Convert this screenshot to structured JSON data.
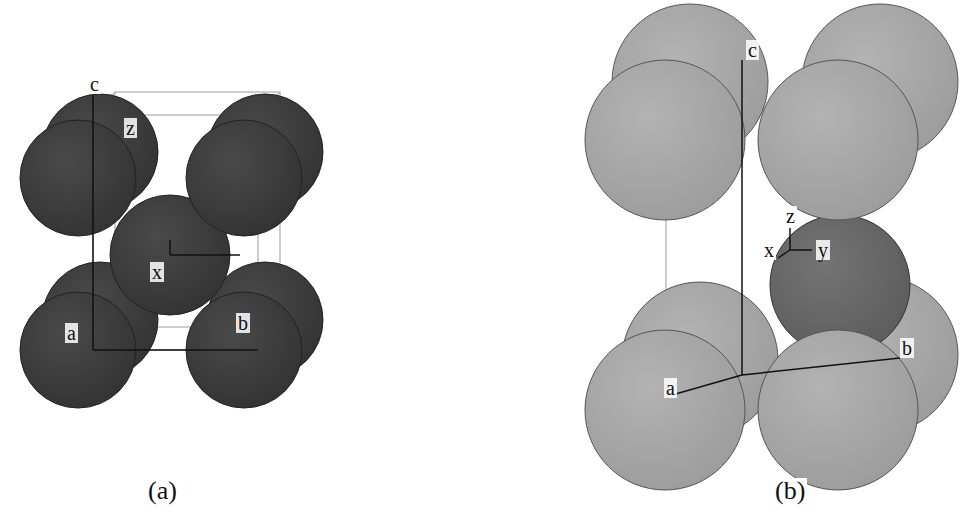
{
  "diagram": {
    "labels": [
      "c",
      "z",
      "x",
      "a",
      "b",
      "(a)",
      "c",
      "z",
      "x",
      "y",
      "a",
      "b",
      "(b)"
    ]
  }
}
